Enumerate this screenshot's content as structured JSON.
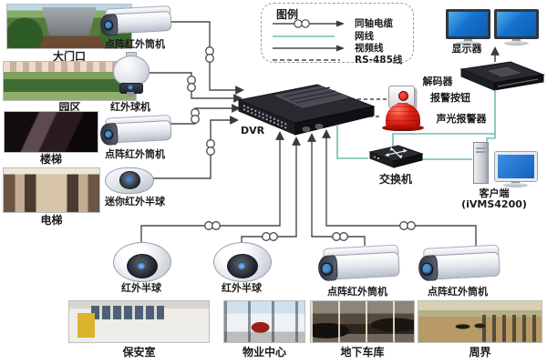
{
  "colors": {
    "line": "#4a4a4a",
    "network_line": "#6cbfae",
    "alarm_red": "#cf1410",
    "screen_blue": "#1472cf"
  },
  "legend": {
    "title": "图例",
    "items": [
      {
        "type": "coax",
        "label": "同轴电缆"
      },
      {
        "type": "network",
        "label": "网线"
      },
      {
        "type": "video",
        "label": "视频线"
      },
      {
        "type": "rs485",
        "label": "RS-485线"
      }
    ]
  },
  "left_sites": [
    {
      "name": "main-gate",
      "label": "大门口"
    },
    {
      "name": "campus",
      "label": "园区"
    },
    {
      "name": "stairs",
      "label": "楼梯"
    },
    {
      "name": "elevator",
      "label": "电梯"
    }
  ],
  "left_cameras": [
    {
      "type": "bullet",
      "label": "点阵红外筒机"
    },
    {
      "type": "ptz-dome",
      "label": "红外球机"
    },
    {
      "type": "bullet",
      "label": "点阵红外筒机"
    },
    {
      "type": "mini-dome",
      "label": "迷你红外半球"
    }
  ],
  "dvr": {
    "label": "DVR"
  },
  "right": {
    "monitors_label": "显示器",
    "decoder_label": "解码器",
    "alarm_button_label": "报警按钮",
    "siren_label": "声光报警器",
    "switch_label": "交换机",
    "client_label": "客户端",
    "client_software": "(iVMS4200)"
  },
  "bottom_cameras": [
    {
      "type": "dome",
      "label": "红外半球"
    },
    {
      "type": "dome",
      "label": "红外半球"
    },
    {
      "type": "bullet",
      "label": "点阵红外筒机"
    },
    {
      "type": "bullet",
      "label": "点阵红外筒机"
    }
  ],
  "bottom_sites": [
    {
      "name": "security-room",
      "label": "保安室"
    },
    {
      "name": "property-center",
      "label": "物业中心"
    },
    {
      "name": "underground-garage",
      "label": "地下车库"
    },
    {
      "name": "perimeter",
      "label": "周界"
    }
  ]
}
